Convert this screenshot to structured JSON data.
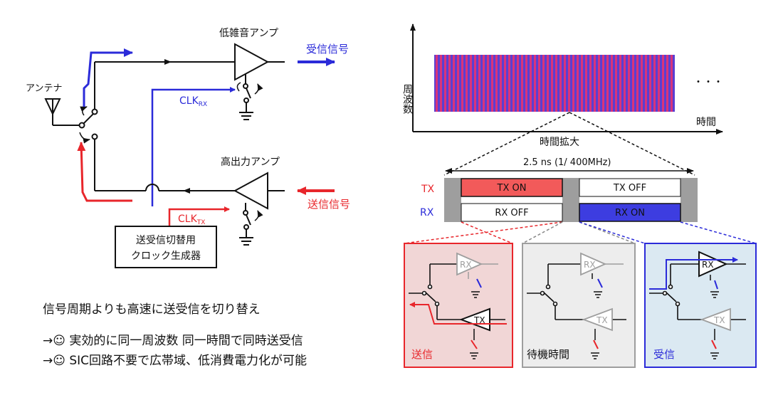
{
  "left_labels": {
    "lna": "低雑音アンプ",
    "rx_signal": "受信信号",
    "antenna": "アンテナ",
    "clk_rx_main": "CLK",
    "clk_rx_sub": "RX",
    "hpa": "高出力アンプ",
    "tx_signal": "送信信号",
    "clk_tx_main": "CLK",
    "clk_tx_sub": "TX",
    "clock_gen_line1": "送受信切替用",
    "clock_gen_line2": "クロック生成器"
  },
  "captions": {
    "line1": "信号周期よりも高速に送受信を切り替え",
    "line2": "→☺ 実効的に同一周波数 同一時間で同時送受信",
    "line3": "→☺ SIC回路不要で広帯域、低消費電力化が可能"
  },
  "spectrum": {
    "ylabel": "周波数",
    "xlabel": "時間",
    "ellipsis": "・・・",
    "zoom_label": "時間拡大"
  },
  "timing": {
    "period": "2.5 ns (1/ 400MHz)",
    "tx_row": "TX",
    "rx_row": "RX",
    "tx_on": "TX ON",
    "tx_off": "TX OFF",
    "rx_off": "RX OFF",
    "rx_on": "RX ON"
  },
  "panels": {
    "transmit": "送信",
    "standby": "待機時間",
    "receive": "受信",
    "rx_amp": "RX",
    "tx_amp": "TX"
  },
  "colors": {
    "blue": "#2b2bd9",
    "red": "#e8262b",
    "gray": "#9e9e9e",
    "tx_on_fill": "#f25a5a",
    "rx_on_fill": "#3d3de0",
    "panel_red_bg": "#f1d6d6",
    "panel_gray_bg": "#ededed",
    "panel_blue_bg": "#dbe9f2"
  }
}
